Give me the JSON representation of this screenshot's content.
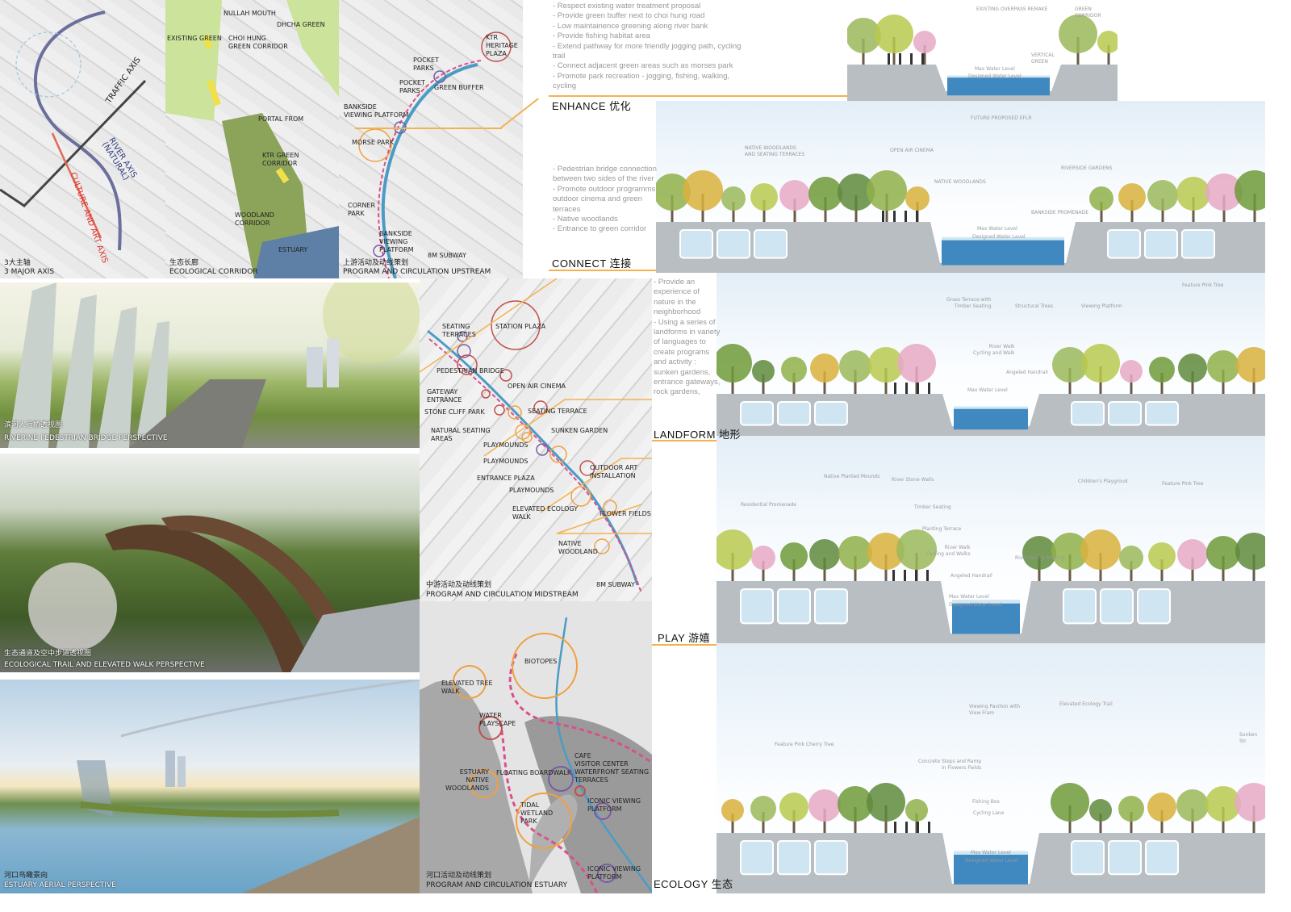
{
  "maps": {
    "major_axis": {
      "caption_cn": "3大主轴",
      "caption": "3 MAJOR AXIS",
      "labels": [
        "TRAFFIC AXIS",
        "RIVER AXIS (NATURAL)",
        "CULTURE AND ART AXIS"
      ]
    },
    "eco_corridor": {
      "caption_cn": "生态长廊",
      "caption": "ECOLOGICAL CORRIDOR",
      "labels": [
        "NULLAH MOUTH",
        "DHCHA GREEN",
        "EXISTING GREEN",
        "CHOI HUNG\nGREEN CORRIDOR",
        "PORTAL FROM",
        "KTR GREEN\nCORRIDOR",
        "WOODLAND\nCORRIDOR",
        "ESTUARY"
      ]
    },
    "upstream": {
      "caption_cn": "上游活动及动线策划",
      "caption": "PROGRAM AND CIRCULATION UPSTREAM",
      "labels": [
        "KTR\nHERITAGE\nPLAZA",
        "POCKET\nPARKS",
        "POCKET\nPARKS",
        "GREEN BUFFER",
        "BANKSIDE\nVIEWING PLATFORM",
        "MORSE PARK",
        "CORNER\nPARK",
        "BANKSIDE\nVIEWING\nPLATFORM",
        "8M SUBWAY"
      ]
    },
    "midstream": {
      "caption_cn": "中游活动及动线策划",
      "caption": "PROGRAM AND CIRCULATION MIDSTREAM",
      "labels": [
        "SEATING\nTERRACES",
        "STATION PLAZA",
        "PEDESTRIAN BRIDGE",
        "GATEWAY\nENTRANCE",
        "OPEN AIR CINEMA",
        "STONE CLIFF PARK",
        "SEATING TERRACE",
        "NATURAL SEATING\nAREAS",
        "PLAYMOUNDS",
        "SUNKEN GARDEN",
        "PLAYMOUNDS",
        "ENTRANCE PLAZA",
        "OUTDOOR ART\nINSTALLATION",
        "PLAYMOUNDS",
        "ELEVATED ECOLOGY\nWALK",
        "FLOWER FIELDS",
        "NATIVE\nWOODLAND",
        "8M SUBWAY"
      ]
    },
    "estuary": {
      "caption_cn": "河口活动及动线策划",
      "caption": "PROGRAM AND CIRCULATION ESTUARY",
      "labels": [
        "BIOTOPES",
        "ELEVATED TREE\nWALK",
        "WATER\nPLAYSCAPE",
        "CAFE\nVISITOR CENTER\nWATERFRONT SEATING\nTERRACES",
        "FLOATING BOARDWALK",
        "ESTUARY\nNATIVE\nWOODLANDS",
        "ICONIC VIEWING\nPLATFORM",
        "TIDAL\nWETLAND\nPARK",
        "ICONIC VIEWING\nPLATFORM"
      ]
    }
  },
  "perspectives": [
    {
      "caption_cn": "滨河人行桥透视图",
      "caption": "RIVERINE PEDESTRIAN BRIDGE PERSPECTIVE"
    },
    {
      "caption_cn": "生态通道及空中步道透视图",
      "caption": "ECOLOGICAL TRAIL AND ELEVATED WALK PERSPECTIVE"
    },
    {
      "caption_cn": "河口鸟瞰景向",
      "caption": "ESTUARY AERIAL PERSPECTIVE"
    }
  ],
  "themes": {
    "enhance": {
      "title": "ENHANCE 优化",
      "points": [
        "- Respect existing water treatment proposal",
        "- Provide green buffer next to choi hung road",
        "- Low maintainence greening along river bank",
        "- Provide fishing habitat area",
        "- Extend pathway for more friendly jogging path, cycling trail",
        "- Connect adjacent green areas such as morses park",
        "- Promote park recreation - jogging, fishing, walking, cycling"
      ]
    },
    "connect": {
      "title": "CONNECT 连接",
      "points": [
        "- Pedestrian bridge connection between two sides of the river",
        "- Promote outdoor programms - outdoor cinema and green terraces",
        "- Native woodlands",
        "- Entrance to green corridor"
      ]
    },
    "landform": {
      "title": "LANDFORM 地形",
      "points": [
        "- Provide an experience of nature in the neighborhood",
        "- Using a series of landforms in variety of languages to create programs and activity : sunken gardens, entrance gateways, rock gardens,"
      ]
    },
    "play": {
      "title": "PLAY 游嬉"
    },
    "ecology": {
      "title": "ECOLOGY 生态"
    }
  },
  "sections": {
    "enhance": [
      "EXISTING OVERPASS REMAKE",
      "GREEN CORRIDOR",
      "VERTICAL\nGREEN",
      "Max Water Level",
      "Designed Water Level"
    ],
    "connect": [
      "FUTURE PROPOSED EFLR",
      "NATIVE WOODLANDS\nAND SEATING TERRACES",
      "OPEN AIR CINEMA",
      "NATIVE WOODLANDS",
      "RIVERSIDE GARDENS",
      "BANKSIDE PROMENADE",
      "Max Water Level",
      "Designed Water Level"
    ],
    "landform": [
      "Grass Terrace with\nTimber Seating",
      "Structural Trees",
      "Viewing Platform",
      "Feature Pink Tree",
      "River Walk\nCycling and Walk",
      "Angeled Handrail",
      "Max Water Level"
    ],
    "play": [
      "Native Planted Mounds",
      "River Stone Walls",
      "Residential Promenade",
      "Timber Seating",
      "Planting Terrace",
      "River Walk\nCycling and Walks",
      "River Facing Seating",
      "Angeled Handrail",
      "Max Water Level",
      "Designed Water Level",
      "Children's Playgroud",
      "Feature Pink Tree"
    ],
    "ecology": [
      "Feature Pink Cherry Tree",
      "Viewing Pavilion with\nView Fram",
      "Elevated Ecology Trail",
      "Sunken Str",
      "Concrete Steps and Ramp\nin Flowers Fields",
      "Fishing Box",
      "Cycling Lane",
      "Max Water Level",
      "Designed Water Level"
    ]
  },
  "colors": {
    "accent": "#f3b24d",
    "river": "#4a9cc4",
    "path": "#d9508c",
    "circle_red": "#c0504d",
    "circle_purple": "#7b5aa6",
    "circle_orange": "#f0a040"
  }
}
